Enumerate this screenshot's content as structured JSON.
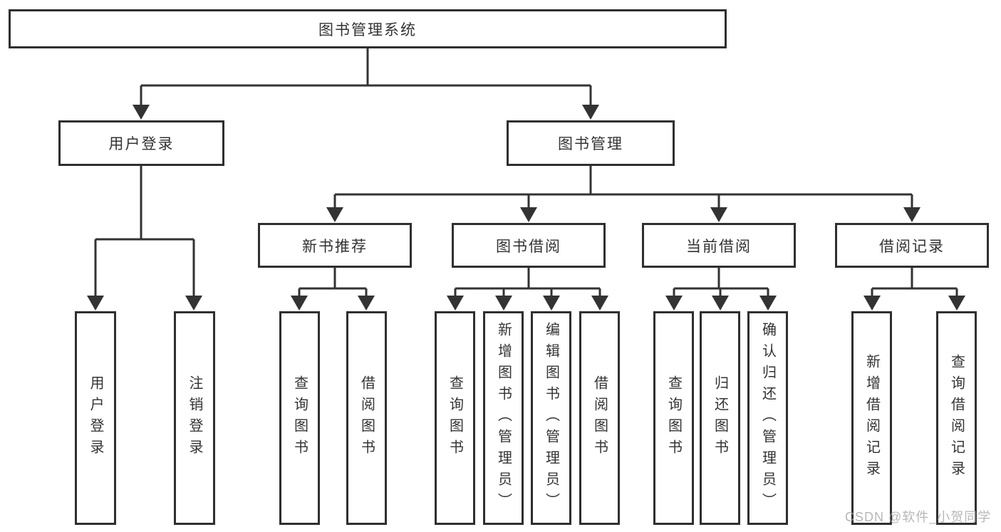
{
  "tree": {
    "root": {
      "label": "图书管理系统",
      "children": [
        {
          "label": "用户登录",
          "children": [
            {
              "label": "用户登录"
            },
            {
              "label": "注销登录"
            }
          ]
        },
        {
          "label": "图书管理",
          "children": [
            {
              "label": "新书推荐",
              "children": [
                {
                  "label": "查询图书"
                },
                {
                  "label": "借阅图书"
                }
              ]
            },
            {
              "label": "图书借阅",
              "children": [
                {
                  "label": "查询图书"
                },
                {
                  "label": "新增图书（管理员）"
                },
                {
                  "label": "编辑图书（管理员）"
                },
                {
                  "label": "借阅图书"
                }
              ]
            },
            {
              "label": "当前借阅",
              "children": [
                {
                  "label": "查询图书"
                },
                {
                  "label": "归还图书"
                },
                {
                  "label": "确认归还（管理员）"
                }
              ]
            },
            {
              "label": "借阅记录",
              "children": [
                {
                  "label": "新增借阅记录"
                },
                {
                  "label": "查询借阅记录"
                }
              ]
            }
          ]
        }
      ]
    }
  },
  "watermark": "CSDN @软件_小贺同学",
  "colors": {
    "line": "#333333",
    "box_border": "#2f2f2f",
    "text": "#333333",
    "watermark_text": "#a5a5a5",
    "background": "#ffffff"
  }
}
